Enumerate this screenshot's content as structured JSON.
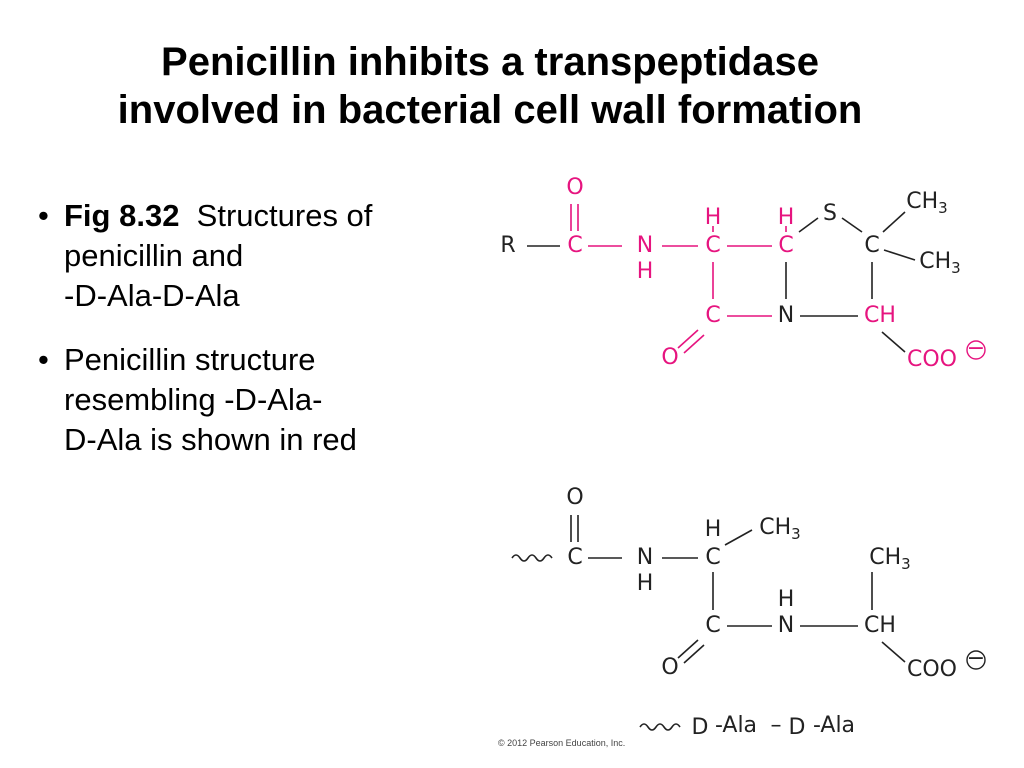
{
  "slide": {
    "title_line1": "Penicillin inhibits a transpeptidase",
    "title_line2": "involved in bacterial cell wall formation",
    "bullet1": {
      "fig": "Fig 8.32",
      "text": "Structures of",
      "line2": "penicillin and",
      "line3": "-D-Ala-D-Ala"
    },
    "bullet2": {
      "line1": "Penicillin structure",
      "line2": "resembling -D-Ala-",
      "line3": "D-Ala is shown in red"
    },
    "copyright": "© 2012 Pearson Education, Inc."
  },
  "colors": {
    "highlight": "#e6147f",
    "black": "#222222"
  },
  "penicillin": {
    "R": "R",
    "C": "C",
    "O": "O",
    "N": "N",
    "H": "H",
    "S": "S",
    "CH": "CH",
    "CH3": "CH",
    "sub3": "3",
    "COO": "COO",
    "charge": "−"
  },
  "dalaala": {
    "C": "C",
    "O": "O",
    "N": "N",
    "H": "H",
    "CH": "CH",
    "CH3": "CH",
    "sub3": "3",
    "COO": "COO",
    "charge": "−"
  },
  "shorthand": {
    "wavy": "〰〰",
    "d1": "D",
    "ala1": "-Ala",
    "dash": "–",
    "d2": "D",
    "ala2": "-Ala"
  }
}
